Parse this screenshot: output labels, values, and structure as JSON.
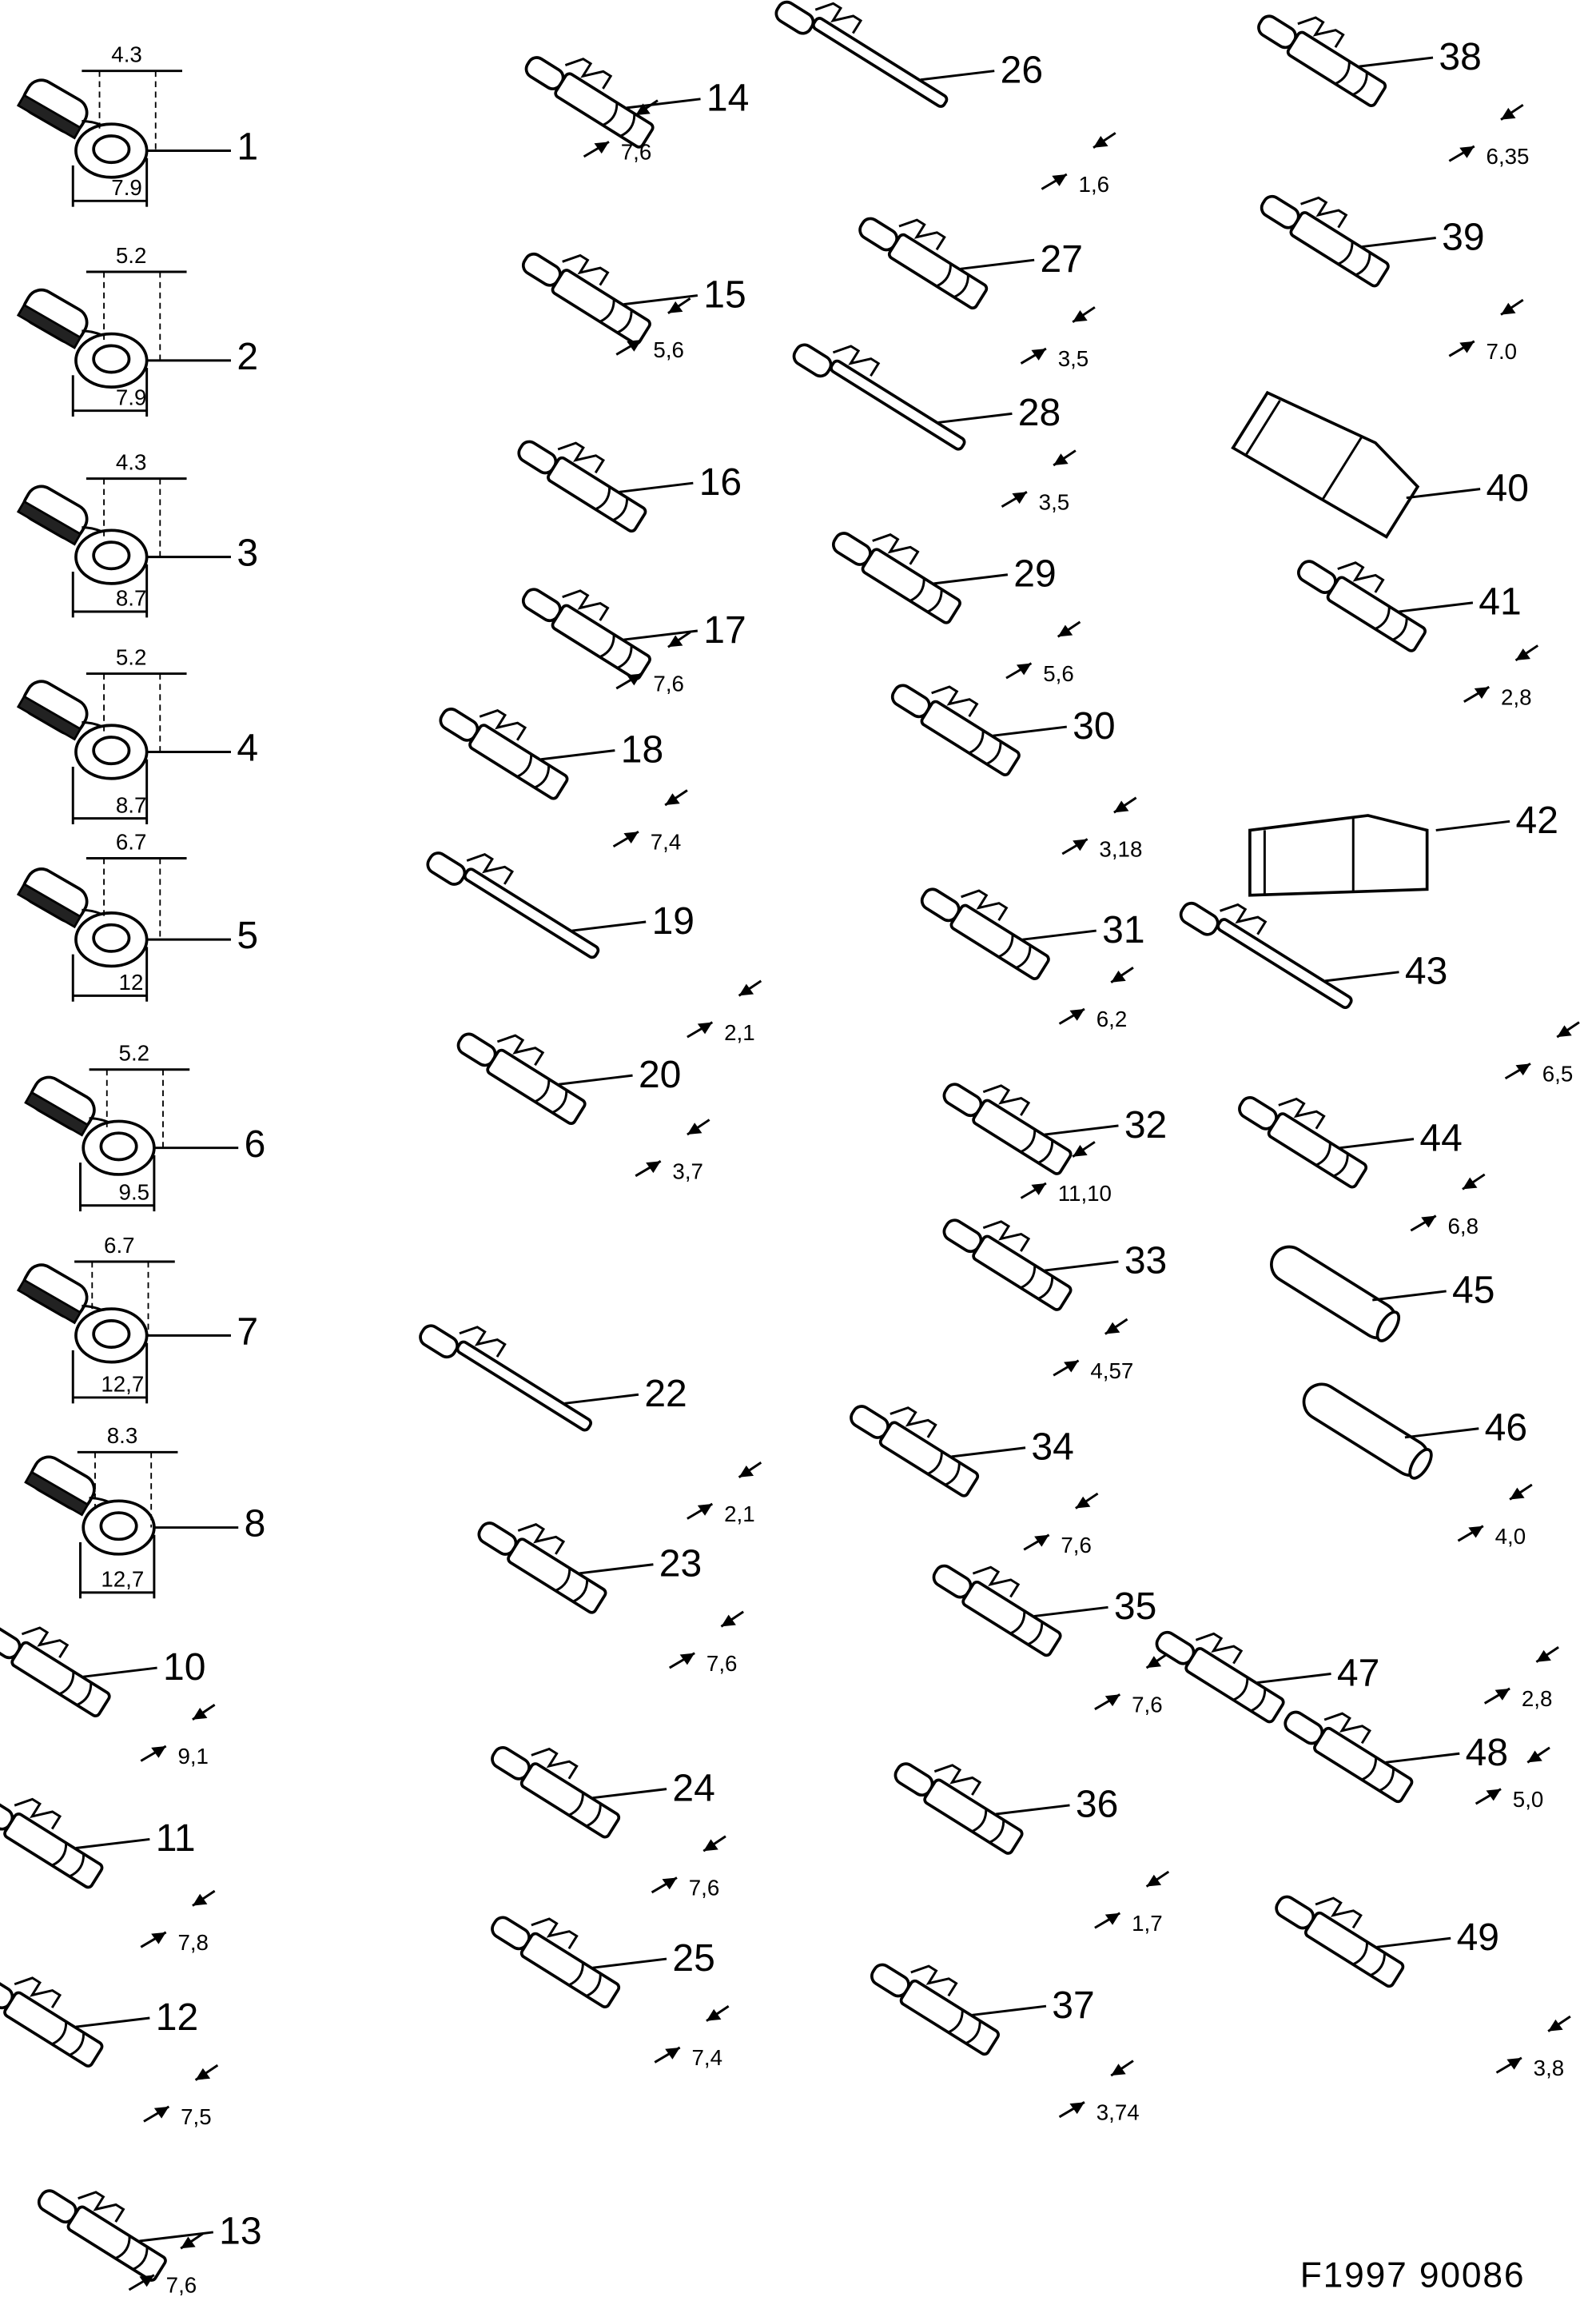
{
  "drawing_code": "F1997 90086",
  "items": [
    {
      "number": "1",
      "type": "ring-terminal",
      "dims": [
        "4.3",
        "7.9"
      ]
    },
    {
      "number": "2",
      "type": "ring-terminal",
      "dims": [
        "5.2",
        "7.9"
      ]
    },
    {
      "number": "3",
      "type": "ring-terminal",
      "dims": [
        "4.3",
        "8.7"
      ]
    },
    {
      "number": "4",
      "type": "ring-terminal",
      "dims": [
        "5.2",
        "8.7"
      ]
    },
    {
      "number": "5",
      "type": "ring-terminal",
      "dims": [
        "6.7",
        "12"
      ]
    },
    {
      "number": "6",
      "type": "ring-terminal",
      "dims": [
        "5.2",
        "9.5"
      ]
    },
    {
      "number": "7",
      "type": "ring-terminal",
      "dims": [
        "6.7",
        "12,7"
      ]
    },
    {
      "number": "8",
      "type": "ring-terminal",
      "dims": [
        "8.3",
        "12,7"
      ]
    },
    {
      "number": "10",
      "type": "blade-connector",
      "dims": [
        "9,1"
      ]
    },
    {
      "number": "11",
      "type": "blade-connector",
      "dims": [
        "7,8"
      ]
    },
    {
      "number": "12",
      "type": "blade-connector",
      "dims": [
        "7,5"
      ]
    },
    {
      "number": "13",
      "type": "blade-connector",
      "dims": [
        "7,6"
      ]
    },
    {
      "number": "14",
      "type": "blade-connector",
      "dims": [
        "7,6"
      ]
    },
    {
      "number": "15",
      "type": "blade-connector",
      "dims": [
        "5,6"
      ]
    },
    {
      "number": "16",
      "type": "blade-connector",
      "dims": []
    },
    {
      "number": "17",
      "type": "blade-connector",
      "dims": [
        "7,6"
      ]
    },
    {
      "number": "18",
      "type": "blade-connector",
      "dims": [
        "7,4"
      ]
    },
    {
      "number": "19",
      "type": "pin-connector",
      "dims": [
        "2,1"
      ]
    },
    {
      "number": "20",
      "type": "blade-connector",
      "dims": [
        "3,7"
      ]
    },
    {
      "number": "22",
      "type": "pin-connector",
      "dims": [
        "2,1"
      ]
    },
    {
      "number": "23",
      "type": "blade-connector",
      "dims": [
        "7,6"
      ]
    },
    {
      "number": "24",
      "type": "blade-connector",
      "dims": [
        "7,6"
      ]
    },
    {
      "number": "25",
      "type": "blade-connector",
      "dims": [
        "7,4"
      ]
    },
    {
      "number": "26",
      "type": "pin-connector",
      "dims": [
        "1,6"
      ]
    },
    {
      "number": "27",
      "type": "socket-connector",
      "dims": [
        "3,5"
      ]
    },
    {
      "number": "28",
      "type": "pin-connector",
      "dims": [
        "3,5"
      ]
    },
    {
      "number": "29",
      "type": "blade-connector",
      "dims": [
        "5,6"
      ]
    },
    {
      "number": "30",
      "type": "socket-connector",
      "dims": [
        "3,18"
      ]
    },
    {
      "number": "31",
      "type": "blade-connector",
      "dims": [
        "6,2"
      ]
    },
    {
      "number": "32",
      "type": "blade-connector",
      "dims": [
        "11,10"
      ]
    },
    {
      "number": "33",
      "type": "socket-connector",
      "dims": [
        "4,57"
      ]
    },
    {
      "number": "34",
      "type": "blade-connector",
      "dims": [
        "7,6"
      ]
    },
    {
      "number": "35",
      "type": "blade-connector",
      "dims": [
        "7,6"
      ]
    },
    {
      "number": "36",
      "type": "socket-connector",
      "dims": [
        "1,7"
      ]
    },
    {
      "number": "37",
      "type": "socket-connector",
      "dims": [
        "3,74"
      ]
    },
    {
      "number": "38",
      "type": "blade-connector",
      "dims": [
        "6,35"
      ]
    },
    {
      "number": "39",
      "type": "socket-connector",
      "dims": [
        "7.0"
      ]
    },
    {
      "number": "40",
      "type": "clip",
      "dims": []
    },
    {
      "number": "41",
      "type": "blade-connector",
      "dims": [
        "2,8"
      ]
    },
    {
      "number": "42",
      "type": "housing",
      "dims": []
    },
    {
      "number": "43",
      "type": "pin-connector",
      "dims": [
        "6,5"
      ]
    },
    {
      "number": "44",
      "type": "blade-connector",
      "dims": [
        "6,8"
      ]
    },
    {
      "number": "45",
      "type": "bullet-connector",
      "dims": []
    },
    {
      "number": "46",
      "type": "insulating-sleeve",
      "dims": [
        "4,0"
      ]
    },
    {
      "number": "47",
      "type": "blade-connector",
      "dims": [
        "2,8"
      ]
    },
    {
      "number": "48",
      "type": "blade-connector",
      "dims": [
        "5,0"
      ]
    },
    {
      "number": "49",
      "type": "blade-connector",
      "dims": [
        "3,8"
      ]
    }
  ]
}
